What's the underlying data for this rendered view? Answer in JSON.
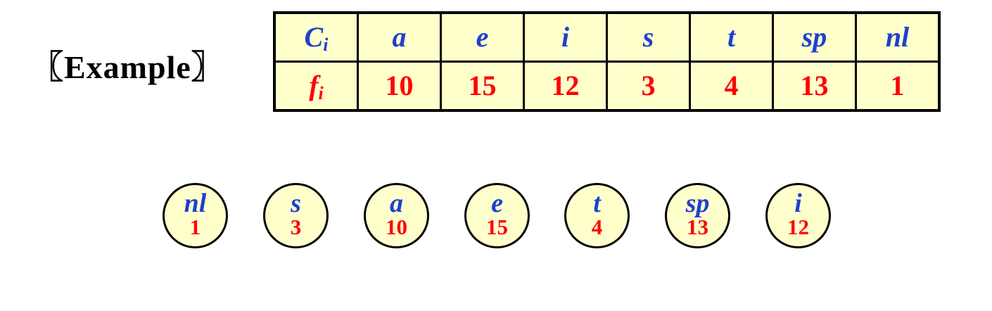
{
  "example_label": "〖Example〗",
  "table": {
    "symbol_header": "C",
    "symbol_header_sub": "i",
    "freq_header": "f",
    "freq_header_sub": "i",
    "symbols": [
      "a",
      "e",
      "i",
      "s",
      "t",
      "sp",
      "nl"
    ],
    "frequencies": [
      "10",
      "15",
      "12",
      "3",
      "4",
      "13",
      "1"
    ]
  },
  "nodes": [
    {
      "symbol": "nl",
      "freq": "1"
    },
    {
      "symbol": "s",
      "freq": "3"
    },
    {
      "symbol": "a",
      "freq": "10"
    },
    {
      "symbol": "e",
      "freq": "15"
    },
    {
      "symbol": "t",
      "freq": "4"
    },
    {
      "symbol": "sp",
      "freq": "13"
    },
    {
      "symbol": "i",
      "freq": "12"
    }
  ],
  "colors": {
    "symbol_text": "#1f3fd1",
    "frequency_text": "#ff0000",
    "cell_fill": "#ffffcc",
    "border": "#000000"
  }
}
